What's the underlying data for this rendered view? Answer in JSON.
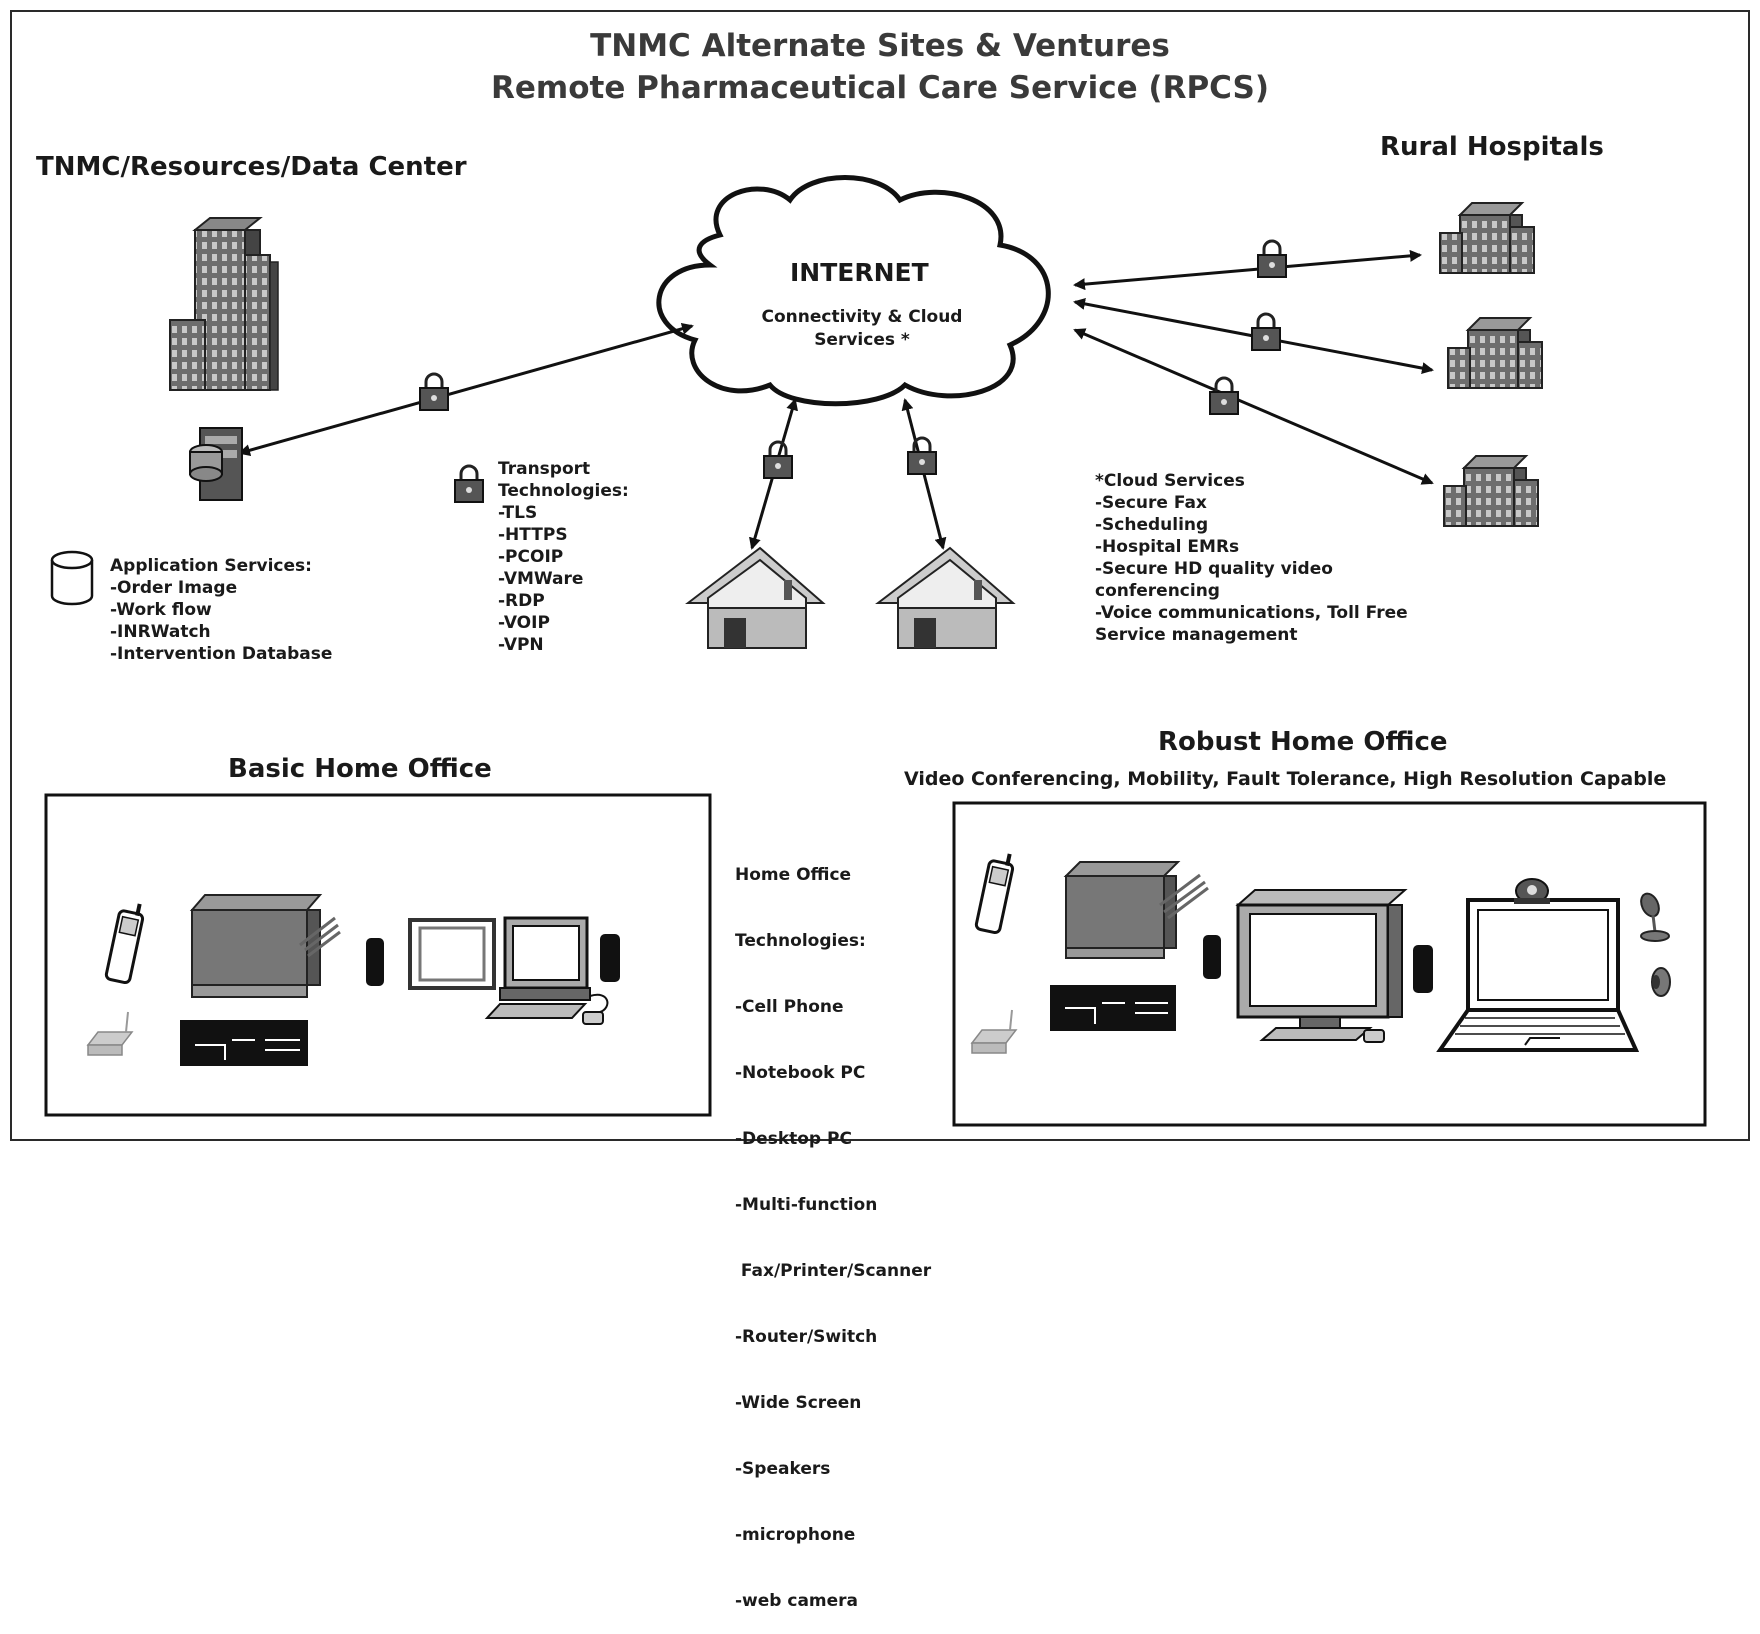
{
  "title_line1": "TNMC Alternate Sites & Ventures",
  "title_line2": "Remote Pharmaceutical Care Service (RPCS)",
  "left_heading": "TNMC/Resources/Data Center",
  "right_heading": "Rural Hospitals",
  "cloud": {
    "title": "INTERNET",
    "subtitle_line1": "Connectivity & Cloud",
    "subtitle_line2": "Services *"
  },
  "application_services": {
    "heading": "Application Services:",
    "items": [
      "-Order Image",
      "-Work flow",
      "-INRWatch",
      "-Intervention Database"
    ]
  },
  "transport": {
    "heading_line1": "Transport",
    "heading_line2": "Technologies:",
    "items": [
      "-TLS",
      "-HTTPS",
      "-PCOIP",
      "-VMWare",
      "-RDP",
      "-VOIP",
      "-VPN"
    ]
  },
  "cloud_services": {
    "lines": [
      "*Cloud Services",
      "-Secure Fax",
      "-Scheduling",
      "-Hospital EMRs",
      "-Secure HD quality video",
      "conferencing",
      "-Voice communications, Toll Free",
      "Service management"
    ]
  },
  "basic_home_office": {
    "heading": "Basic Home Office"
  },
  "robust_home_office": {
    "heading": "Robust Home Office",
    "subheading": "Video Conferencing, Mobility, Fault Tolerance, High Resolution Capable"
  },
  "home_office_tech": {
    "lines": [
      "Home Office",
      "Technologies:",
      "-Cell Phone",
      "-Notebook PC",
      "-Desktop PC",
      "-Multi-function",
      " Fax/Printer/Scanner",
      "-Router/Switch",
      "-Wide Screen",
      "-Speakers",
      "-microphone",
      "-web camera"
    ]
  }
}
